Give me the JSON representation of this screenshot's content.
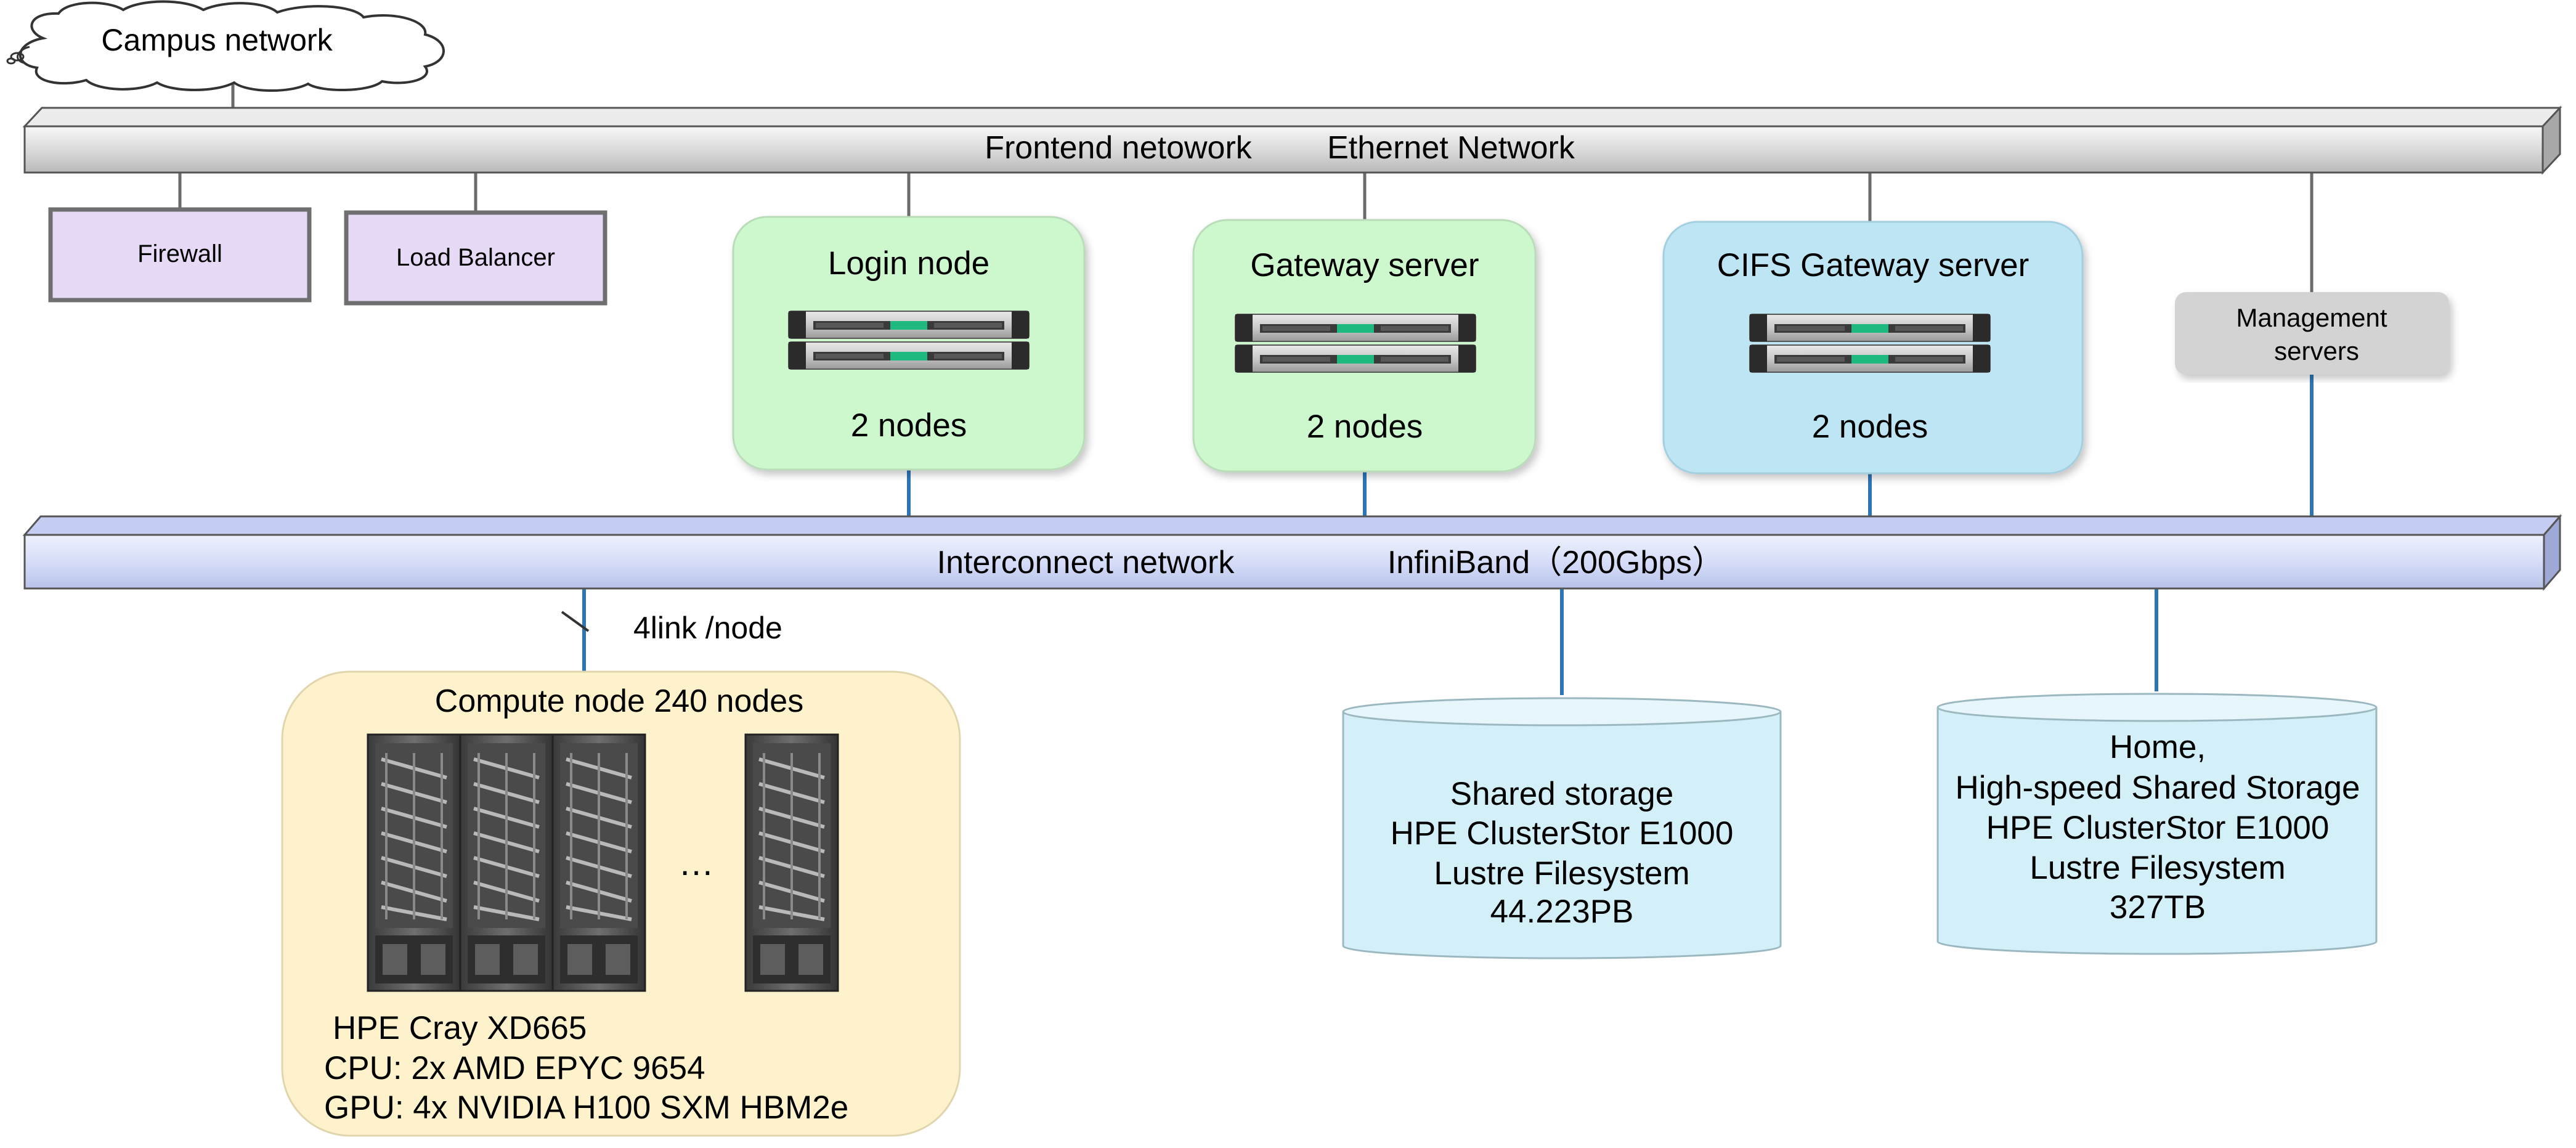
{
  "campus": {
    "label": "Campus network"
  },
  "frontend": {
    "label": "Frontend netowork",
    "label2": "Ethernet Network"
  },
  "firewall": {
    "label": "Firewall"
  },
  "load_balancer": {
    "label": "Load Balancer"
  },
  "login_node": {
    "title": "Login node",
    "count": "2 nodes"
  },
  "gateway_server": {
    "title": "Gateway server",
    "count": "2 nodes"
  },
  "cifs_gateway": {
    "title": "CIFS Gateway server",
    "count": "2 nodes"
  },
  "management": {
    "line1": "Management",
    "line2": "servers"
  },
  "interconnect": {
    "label": "Interconnect network",
    "label2": "InfiniBand（200Gbps）"
  },
  "link_label": "4link /node",
  "compute": {
    "title": "Compute node  240 nodes",
    "ellipsis": "…",
    "spec1": "HPE Cray XD665",
    "spec2": "CPU: 2x AMD EPYC 9654",
    "spec3": "GPU: 4x NVIDIA H100 SXM HBM2e"
  },
  "shared_storage": {
    "line1": "Shared storage",
    "line2": "HPE ClusterStor E1000",
    "line3": "Lustre Filesystem",
    "line4": "44.223PB"
  },
  "home_storage": {
    "line1": "Home,",
    "line2": "High-speed Shared Storage",
    "line3": "HPE ClusterStor E1000",
    "line4": "Lustre Filesystem",
    "line5": "327TB"
  },
  "colors": {
    "frontend_bar": "#d4d4d4",
    "interconnect_bar": "#d2dbf7",
    "appliance_fill": "#e6daf6",
    "login_fill": "#cdf7cd",
    "cifs_fill": "#bde5f4",
    "management_fill": "#d3d3d3",
    "compute_fill": "#fdf2cb",
    "storage_fill": "#d3eff7",
    "ib_link": "#2e75b6",
    "eth_link": "#6b6b6b"
  }
}
